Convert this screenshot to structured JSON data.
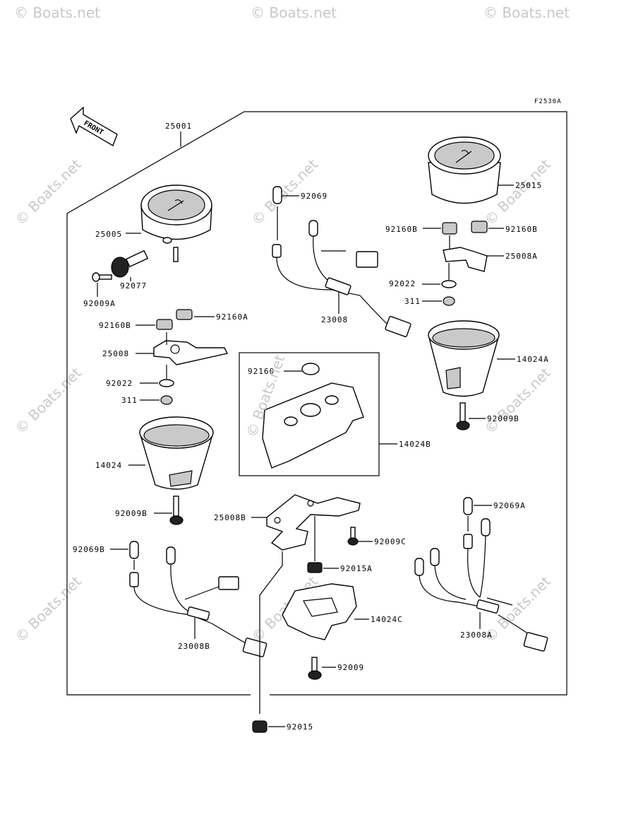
{
  "figure_code": "F2530A",
  "front_label": "FRONT",
  "watermark": "© Boats.net",
  "labels": {
    "p25001": "25001",
    "p25015": "25015",
    "p92069": "92069",
    "p92160B_left": "92160B",
    "p92160B_right": "92160B",
    "p25008A": "25008A",
    "p92022_right": "92022",
    "p311_right": "311",
    "p25005": "25005",
    "p92077": "92077",
    "p92009A": "92009A",
    "p92160A": "92160A",
    "p92160B": "92160B",
    "p25008": "25008",
    "p92022": "92022",
    "p311": "311",
    "p23008": "23008",
    "p14024A": "14024A",
    "p92009B_right": "92009B",
    "p92160": "92160",
    "p14024B": "14024B",
    "p14024": "14024",
    "p92009B": "92009B",
    "p25008B": "25008B",
    "p92009C": "92009C",
    "p92069A": "92069A",
    "p92069B": "92069B",
    "p92015A": "92015A",
    "p14024C": "14024C",
    "p23008B": "23008B",
    "p23008A": "23008A",
    "p92009": "92009",
    "p92015": "92015"
  }
}
